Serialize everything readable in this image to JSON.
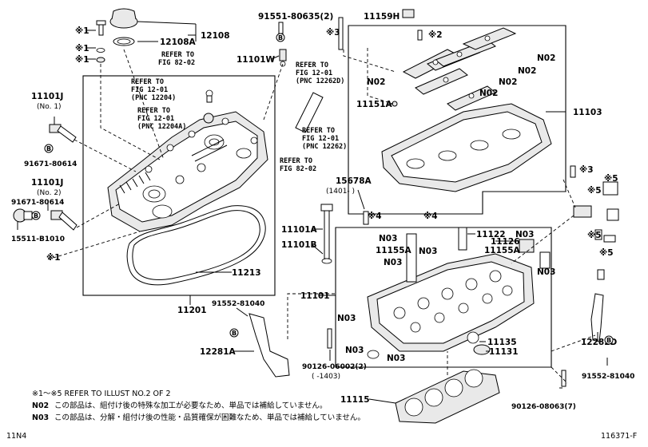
{
  "labels": {
    "p12108": "12108",
    "p12108a": "12108A",
    "p91551": "91551-80635(2)",
    "p11159h": "11159H",
    "p11101w": "11101W",
    "p11101j_1": "11101J",
    "p_no1": "(No. 1)",
    "p91671_a": "91671-80614",
    "p11101j_2": "11101J",
    "p_no2": "(No. 2)",
    "p91671_b": "91671-80614",
    "p15511": "15511-B1010",
    "p11213": "11213",
    "p11201": "11201",
    "p91552_a": "91552-81040",
    "p12281a": "12281A",
    "p11103": "11103",
    "p11151a": "11151A",
    "p15678a": "15678A",
    "p1401": "(1401- )",
    "p11101a": "11101A",
    "p11101b": "11101B",
    "p11101": "11101",
    "p11122": "11122",
    "p11126": "11126",
    "p11155a_l": "11155A",
    "p11155a_r": "11155A",
    "p11135": "11135",
    "p11131": "11131",
    "p12282d": "12282D",
    "p91552_b": "91552-81040",
    "p90126_a": "90126-06002(2)",
    "p1403": "( -1403)",
    "p11115": "11115",
    "p90126_b": "90126-08063(7)",
    "no2_a": "N02",
    "no2_b": "N02",
    "no2_c": "N02",
    "no2_d": "N02",
    "no2_e": "N02",
    "no3_a": "N03",
    "no3_b": "N03",
    "no3_c": "N03",
    "no3_d": "N03",
    "no3_e": "N03",
    "no3_f": "N03",
    "no3_g": "N03",
    "no3_h": "N03"
  },
  "markers": {
    "m1_a": "※1",
    "m1_b": "※1",
    "m1_c": "※1",
    "m1_d": "※1",
    "m2": "※2",
    "m3_a": "※3",
    "m3_b": "※3",
    "m4_a": "※4",
    "m4_b": "※4",
    "m5_a": "※5",
    "m5_b": "※5",
    "m5_c": "※5",
    "m5_d": "※5"
  },
  "circle_letters": {
    "b1": "B",
    "b2": "B",
    "b3": "B",
    "b4": "B",
    "b5": "B"
  },
  "refs": {
    "r1_a": "REFER TO",
    "r1_b": "FIG 82-02",
    "r2_a": "REFER TO",
    "r2_b": "FIG 12-01",
    "r2_c": "(PNC 12204)",
    "r3_a": "REFER TO",
    "r3_b": "FIG 12-01",
    "r3_c": "(PNC 12204A)",
    "r4_a": "REFER TO",
    "r4_b": "FIG 12-01",
    "r4_c": "(PNC 12262D)",
    "r5_a": "REFER TO",
    "r5_b": "FIG 12-01",
    "r5_c": "(PNC 12262)",
    "r6_a": "REFER TO",
    "r6_b": "FIG 82-02"
  },
  "notes": {
    "line1": "※1～※5 REFER TO ILLUST NO.2 OF 2",
    "line2_code": "N02",
    "line2_text": "この部品は、組付け後の特殊な加工が必要なため、単品では補給していません。",
    "line3_code": "N03",
    "line3_text": "この部品は、分解・組付け後の性能・品質確保が困難なため、単品では補給していません。"
  },
  "footer": {
    "left": "11N4",
    "right": "116371-F"
  }
}
